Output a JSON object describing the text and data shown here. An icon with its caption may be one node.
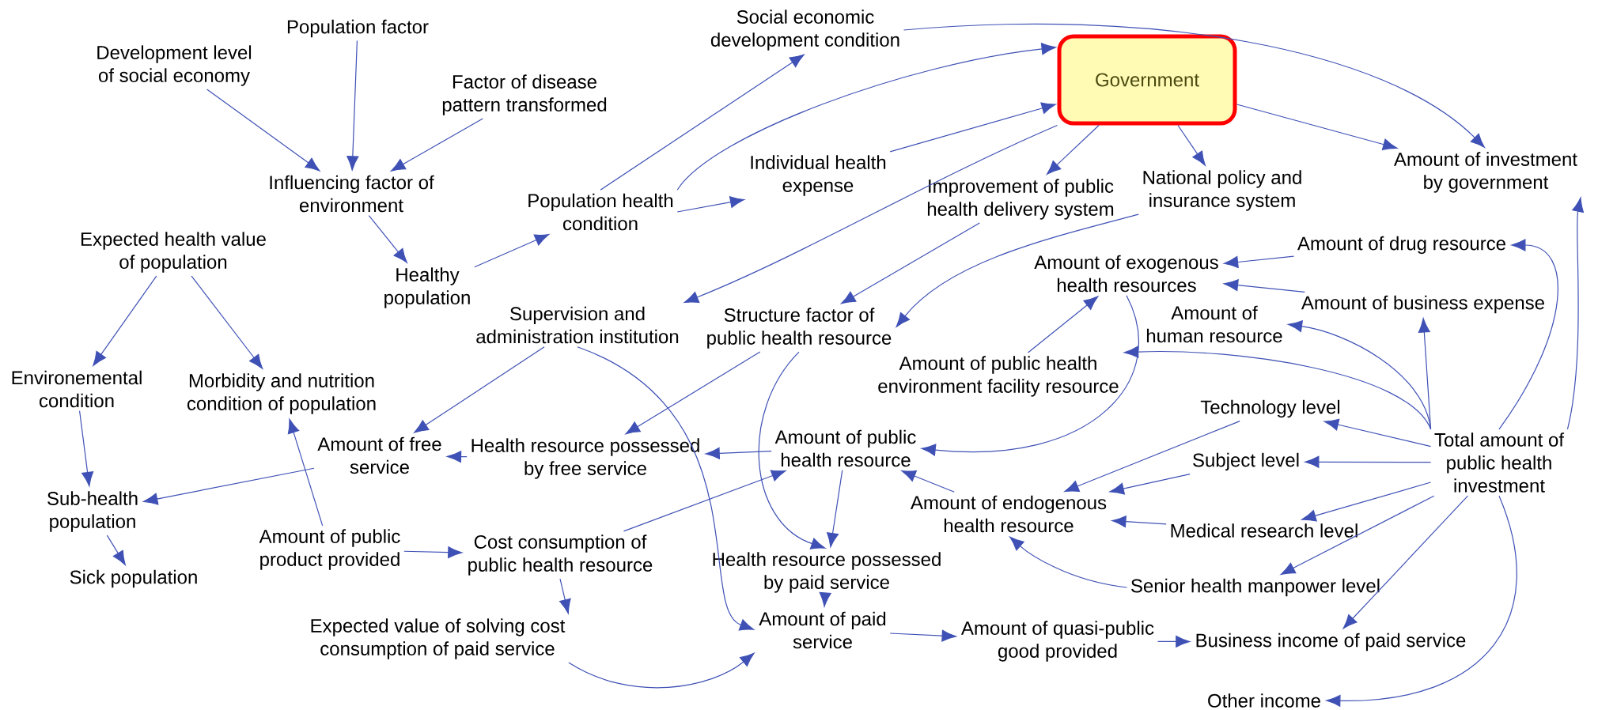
{
  "diagram": {
    "nodes": [
      {
        "text": [
          "Development level of social economy"
        ]
      },
      {
        "text": [
          "Population factor"
        ]
      },
      {
        "text": [
          "Factor of disease pattern transformed"
        ]
      },
      {
        "text": [
          "Influencing factor of environment"
        ]
      },
      {
        "text": [
          "Expected health value of population"
        ]
      },
      {
        "text": [
          "Healthy population"
        ]
      },
      {
        "text": [
          "Population health condition"
        ]
      },
      {
        "text": [
          "Social economic development condition"
        ]
      },
      {
        "text": [
          "Government"
        ]
      },
      {
        "text": [
          "Individual health expense"
        ]
      },
      {
        "text": [
          "Improvement of public health delivery system"
        ]
      },
      {
        "text": [
          "National policy and insurance system"
        ]
      },
      {
        "text": [
          "Amount of investment by government"
        ]
      },
      {
        "text": [
          "Amount of drug resource"
        ]
      },
      {
        "text": [
          "Amount of exogenous health resources"
        ]
      },
      {
        "text": [
          "Amount of business expense"
        ]
      },
      {
        "text": [
          "Amount of human resource"
        ]
      },
      {
        "text": [
          "Supervision and administration institution"
        ]
      },
      {
        "text": [
          "Structure factor of public health resource"
        ]
      },
      {
        "text": [
          "Amount of public health environment facility resource"
        ]
      },
      {
        "text": [
          "Environemental condition"
        ]
      },
      {
        "text": [
          "Morbidity and nutrition condition of population"
        ]
      },
      {
        "text": [
          "Amount of free service"
        ]
      },
      {
        "text": [
          "Health resource possessed by free service"
        ]
      },
      {
        "text": [
          "Amount of public health resource"
        ]
      },
      {
        "text": [
          "Technology level"
        ]
      },
      {
        "text": [
          "Total amount of public health investment"
        ]
      },
      {
        "text": [
          "Subject level"
        ]
      },
      {
        "text": [
          "Sub-health population"
        ]
      },
      {
        "text": [
          "Amount of endogenous health resource"
        ]
      },
      {
        "text": [
          "Amount of public product provided"
        ]
      },
      {
        "text": [
          "Cost consumption of public health resource"
        ]
      },
      {
        "text": [
          "Medical research level"
        ]
      },
      {
        "text": [
          "Sick population"
        ]
      },
      {
        "text": [
          "Health resource possessed by paid service"
        ]
      },
      {
        "text": [
          "Senior health manpower level"
        ]
      },
      {
        "text": [
          "Expected value of solving cost consumption of paid service"
        ]
      },
      {
        "text": [
          "Amount of paid service"
        ]
      },
      {
        "text": [
          "Amount of quasi-public good provided"
        ]
      },
      {
        "text": [
          "Business income of paid service"
        ]
      },
      {
        "text": [
          "Other income"
        ]
      }
    ],
    "edges": [
      {
        "from": 0,
        "to": 3,
        "arrow": "to"
      },
      {
        "from": 1,
        "to": 3,
        "arrow": "to"
      },
      {
        "from": 2,
        "to": 3,
        "arrow": "to"
      },
      {
        "from": 3,
        "to": 5,
        "arrow": "to"
      },
      {
        "from": 5,
        "to": 6,
        "arrow": "to"
      },
      {
        "from": 6,
        "to": 7,
        "arrow": "to"
      },
      {
        "from": 6,
        "to": 8,
        "arrow": "to"
      },
      {
        "from": 6,
        "to": 9,
        "arrow": "to"
      },
      {
        "from": 9,
        "to": 8,
        "arrow": "to"
      },
      {
        "from": 8,
        "to": 17,
        "arrow": "to"
      },
      {
        "from": 8,
        "to": 10,
        "arrow": "to"
      },
      {
        "from": 8,
        "to": 11,
        "arrow": "to"
      },
      {
        "from": 8,
        "to": 12,
        "arrow": "to"
      },
      {
        "from": 7,
        "to": 12,
        "arrow": "to"
      },
      {
        "from": 4,
        "to": 20,
        "arrow": "to"
      },
      {
        "from": 4,
        "to": 21,
        "arrow": "to"
      },
      {
        "from": 20,
        "to": 28,
        "arrow": "to"
      },
      {
        "from": 22,
        "to": 28,
        "arrow": "to"
      },
      {
        "from": 30,
        "to": 21,
        "arrow": "to"
      },
      {
        "from": 28,
        "to": 33,
        "arrow": "to"
      },
      {
        "from": 17,
        "to": 22,
        "arrow": "to"
      },
      {
        "from": 17,
        "to": 37,
        "arrow": "to"
      },
      {
        "from": 10,
        "to": 18,
        "arrow": "to"
      },
      {
        "from": 11,
        "to": 18,
        "arrow": "to"
      },
      {
        "from": 19,
        "to": 14,
        "arrow": "to"
      },
      {
        "from": 13,
        "to": 14,
        "arrow": "to"
      },
      {
        "from": 15,
        "to": 14,
        "arrow": "to"
      },
      {
        "from": 26,
        "to": 12,
        "arrow": "to"
      },
      {
        "from": 26,
        "to": 13,
        "arrow": "to"
      },
      {
        "from": 26,
        "to": 15,
        "arrow": "to"
      },
      {
        "from": 26,
        "to": 16,
        "arrow": "to"
      },
      {
        "from": 26,
        "to": 19,
        "arrow": "to"
      },
      {
        "from": 14,
        "to": 24,
        "arrow": "to"
      },
      {
        "from": 29,
        "to": 24,
        "arrow": "to"
      },
      {
        "from": 24,
        "to": 23,
        "arrow": "to"
      },
      {
        "from": 24,
        "to": 34,
        "arrow": "to"
      },
      {
        "from": 18,
        "to": 23,
        "arrow": "to"
      },
      {
        "from": 23,
        "to": 22,
        "arrow": "to"
      },
      {
        "from": 18,
        "to": 34,
        "arrow": "to"
      },
      {
        "from": 31,
        "to": 24,
        "arrow": "to"
      },
      {
        "from": 31,
        "to": 36,
        "arrow": "to"
      },
      {
        "from": 36,
        "to": 37,
        "arrow": "to"
      },
      {
        "from": 34,
        "to": 37,
        "arrow": "to"
      },
      {
        "from": 37,
        "to": 38,
        "arrow": "to"
      },
      {
        "from": 38,
        "to": 39,
        "arrow": "to"
      },
      {
        "from": 30,
        "to": 31,
        "arrow": "to"
      },
      {
        "from": 25,
        "to": 29,
        "arrow": "to"
      },
      {
        "from": 27,
        "to": 29,
        "arrow": "to"
      },
      {
        "from": 32,
        "to": 29,
        "arrow": "to"
      },
      {
        "from": 35,
        "to": 29,
        "arrow": "to"
      },
      {
        "from": 26,
        "to": 25,
        "arrow": "to"
      },
      {
        "from": 26,
        "to": 27,
        "arrow": "to"
      },
      {
        "from": 26,
        "to": 32,
        "arrow": "to"
      },
      {
        "from": 26,
        "to": 35,
        "arrow": "to"
      },
      {
        "from": 26,
        "to": 39,
        "arrow": "to"
      },
      {
        "from": 26,
        "to": 40,
        "arrow": "to"
      }
    ]
  }
}
